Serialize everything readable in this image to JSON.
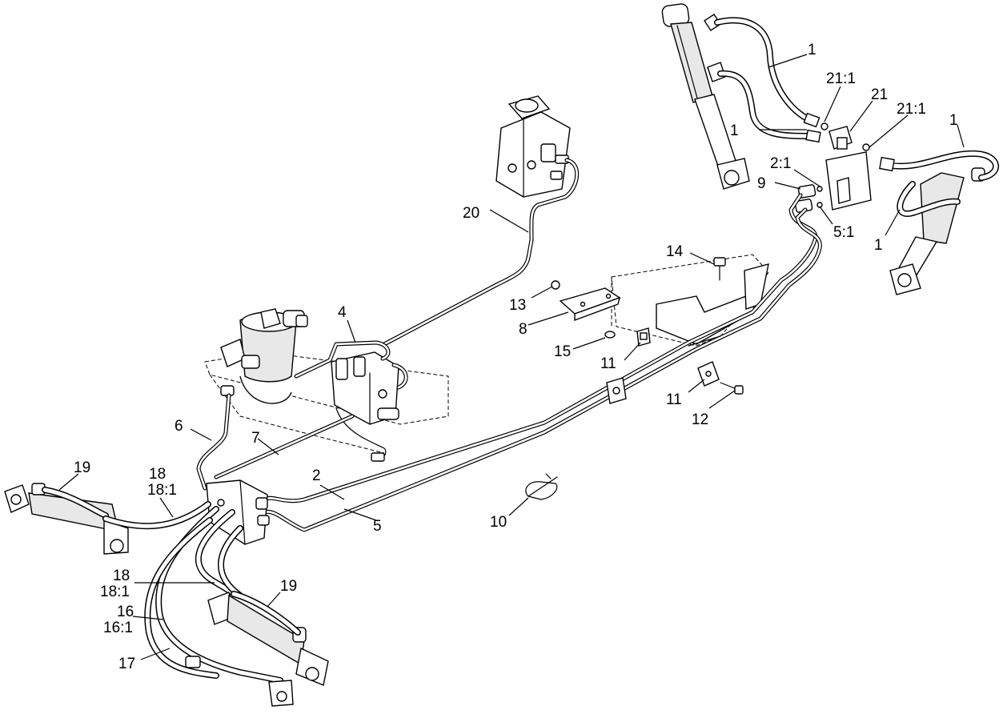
{
  "callouts": [
    {
      "id": "c1a",
      "text": "1"
    },
    {
      "id": "c1b",
      "text": "1"
    },
    {
      "id": "c1c",
      "text": "1"
    },
    {
      "id": "c1d",
      "text": "1"
    },
    {
      "id": "c21a",
      "text": "21:1"
    },
    {
      "id": "c21",
      "text": "21"
    },
    {
      "id": "c21b",
      "text": "21:1"
    },
    {
      "id": "c2_1",
      "text": "2:1"
    },
    {
      "id": "c9",
      "text": "9"
    },
    {
      "id": "c5_1",
      "text": "5:1"
    },
    {
      "id": "c20",
      "text": "20"
    },
    {
      "id": "c14",
      "text": "14"
    },
    {
      "id": "c13",
      "text": "13"
    },
    {
      "id": "c8",
      "text": "8"
    },
    {
      "id": "c4",
      "text": "4"
    },
    {
      "id": "c15",
      "text": "15"
    },
    {
      "id": "c11a",
      "text": "11"
    },
    {
      "id": "c11b",
      "text": "11"
    },
    {
      "id": "c12",
      "text": "12"
    },
    {
      "id": "c6",
      "text": "6"
    },
    {
      "id": "c7",
      "text": "7"
    },
    {
      "id": "c2",
      "text": "2"
    },
    {
      "id": "c5",
      "text": "5"
    },
    {
      "id": "c19a",
      "text": "19"
    },
    {
      "id": "c18a",
      "text": "18"
    },
    {
      "id": "c18_1a",
      "text": "18:1"
    },
    {
      "id": "c10",
      "text": "10"
    },
    {
      "id": "c18b",
      "text": "18"
    },
    {
      "id": "c18_1b",
      "text": "18:1"
    },
    {
      "id": "c19b",
      "text": "19"
    },
    {
      "id": "c16",
      "text": "16"
    },
    {
      "id": "c16_1",
      "text": "16:1"
    },
    {
      "id": "c17",
      "text": "17"
    }
  ]
}
